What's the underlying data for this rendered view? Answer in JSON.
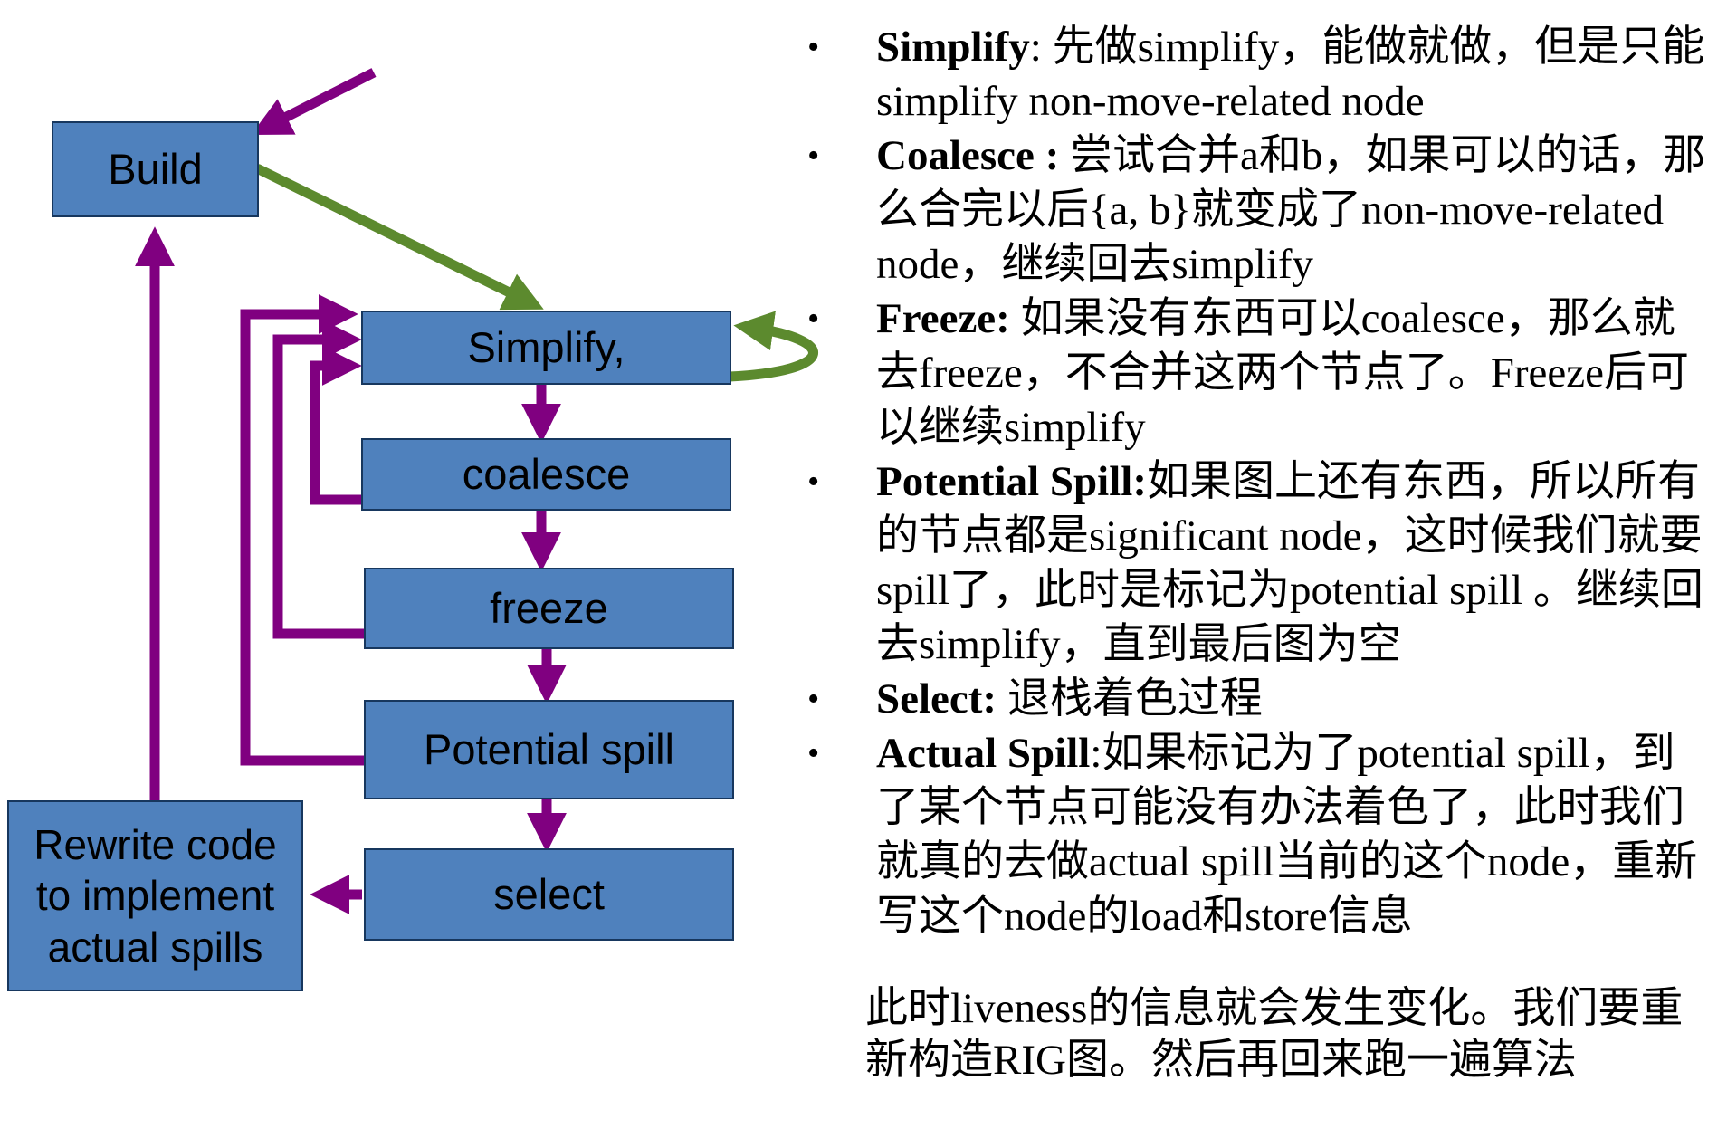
{
  "colors": {
    "box_fill": "#4f81bd",
    "box_border": "#17375e",
    "purple_arrow": "#800080",
    "green_arrow": "#5c8a2e"
  },
  "flow": {
    "build": "Build",
    "simplify": "Simplify,",
    "coalesce": "coalesce",
    "freeze": "freeze",
    "potential_spill": "Potential spill",
    "select": "select",
    "rewrite": [
      "Rewrite code",
      "to implement",
      "actual spills"
    ]
  },
  "notes": {
    "bullet_glyph": "•",
    "items": [
      {
        "term": "Simplify",
        "text": ": 先做simplify，能做就做，但是只能simplify non-move-related node"
      },
      {
        "term": "Coalesce :",
        "text": " 尝试合并a和b，如果可以的话，那么合完以后{a, b}就变成了non-move-related node，继续回去simplify"
      },
      {
        "term": "Freeze:",
        "text": " 如果没有东西可以coalesce，那么就去freeze，不合并这两个节点了。Freeze后可以继续simplify"
      },
      {
        "term": "Potential Spill:",
        "text": "如果图上还有东西，所以所有的节点都是significant node，这时候我们就要spill了，此时是标记为potential spill 。继续回去simplify，直到最后图为空"
      },
      {
        "term": "Select:",
        "text": " 退栈着色过程"
      },
      {
        "term": "Actual Spill",
        "text": ":如果标记为了potential spill，到了某个节点可能没有办法着色了，此时我们就真的去做actual spill当前的这个node，重新写这个node的load和store信息"
      }
    ],
    "trailing": "此时liveness的信息就会发生变化。我们要重新构造RIG图。然后再回来跑一遍算法"
  }
}
